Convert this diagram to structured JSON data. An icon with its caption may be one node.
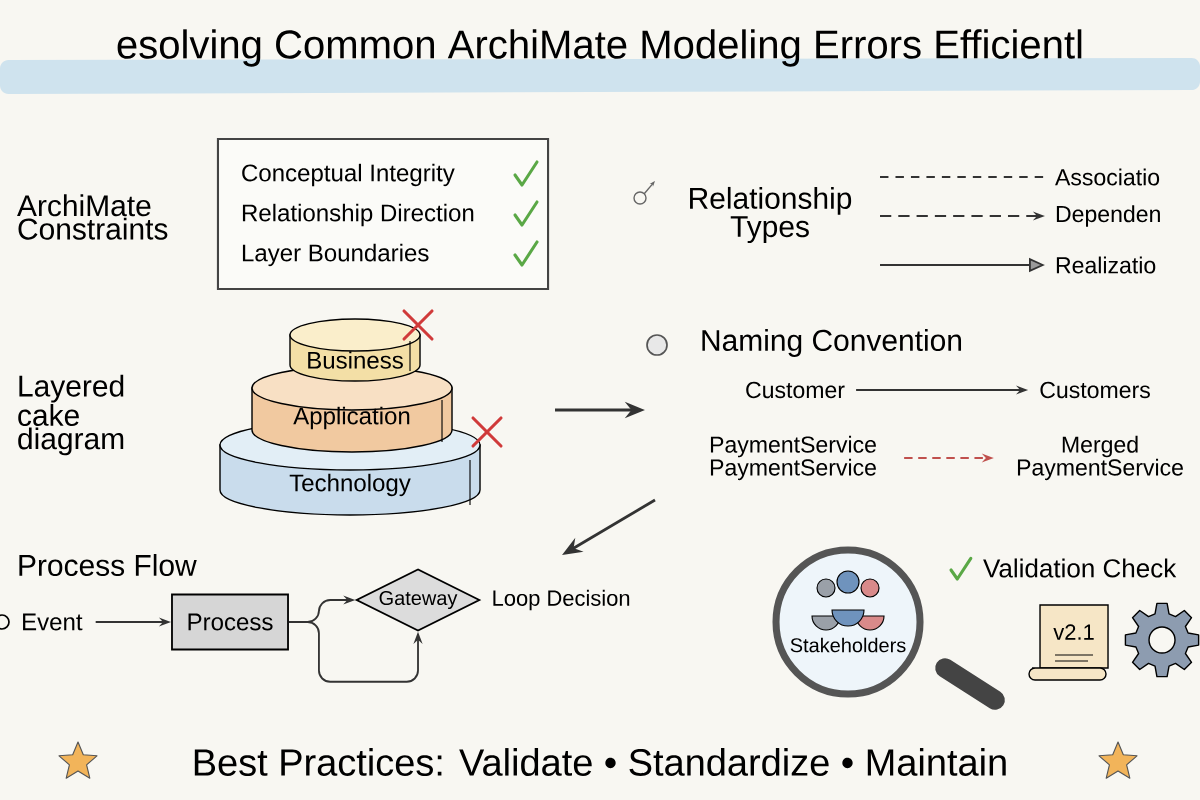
{
  "diagram": {
    "title": "esolving Common ArchiMate Modeling Errors Efficientl",
    "nodes": [
      {
        "text": [
          "Conceptual Integrity",
          "Relationship Direction",
          "Layer Boundaries"
        ]
      },
      {
        "text": [
          "Business"
        ]
      },
      {
        "text": [
          "Application"
        ]
      },
      {
        "text": [
          "Technology"
        ]
      },
      {
        "text": [
          "Customer"
        ]
      },
      {
        "text": [
          "Customers"
        ]
      },
      {
        "text": [
          "PaymentService PaymentService"
        ]
      },
      {
        "text": [
          "Merged PaymentService"
        ]
      },
      {
        "text": [
          "Event"
        ]
      },
      {
        "text": [
          "Process"
        ]
      },
      {
        "text": [
          "Gateway"
        ],
        "beside": [
          "Loop Decision"
        ]
      },
      {
        "text": [
          "Stakeholders"
        ]
      },
      {
        "text": [
          "v2.1"
        ]
      }
    ],
    "edges": [
      {
        "from": 4,
        "to": 5,
        "arrow": "to"
      },
      {
        "from": 6,
        "to": 7,
        "arrow": "to",
        "style": "dashed",
        "color": "#c0504d"
      },
      {
        "from": 8,
        "to": 9,
        "arrow": "to"
      },
      {
        "from": 9,
        "to": 10,
        "arrow": "to"
      },
      {
        "from": 9,
        "to": 10,
        "arrow": "to"
      }
    ],
    "labels": [
      "ArchiMate Constraints",
      "Relationship Types",
      "Layered cake diagram",
      "Naming Convention",
      "Process Flow",
      "Validation Check",
      "Best Practices: Validate • Standardize • Maintain"
    ],
    "legend": [
      {
        "text": "Associatio"
      },
      {
        "text": "Dependen"
      },
      {
        "text": "Realizatio"
      }
    ]
  }
}
